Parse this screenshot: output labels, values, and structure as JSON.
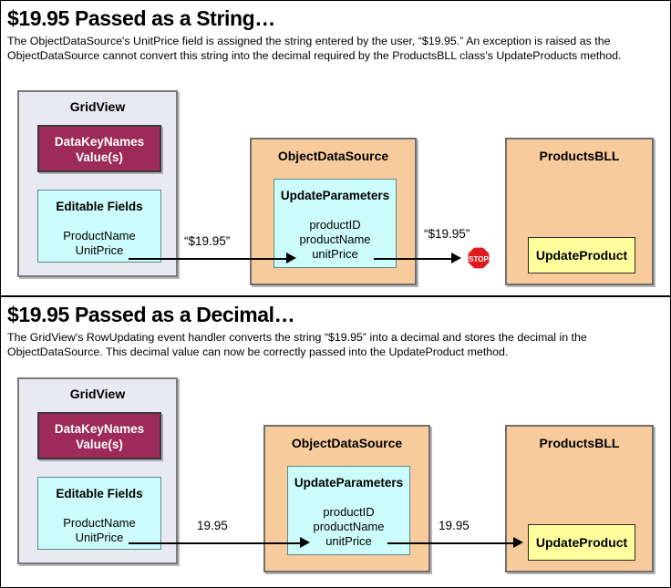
{
  "colors": {
    "gridview_fill": "#e9e9f1",
    "ods_fill": "#f7cb9b",
    "bll_fill": "#f7cb9b",
    "datakey_fill": "#9e2a57",
    "cyan_fill": "#ccfcfb",
    "yellow_fill": "#ffff9e",
    "stop_red": "#e01b1b",
    "border_dark": "#000000"
  },
  "sections": [
    {
      "id": "string",
      "heading": "$19.95 Passed as a String…",
      "description": "The ObjectDataSource's UnitPrice field is assigned the string entered by the user, “$19.95.” An exception is raised as the ObjectDataSource cannot convert this string into the decimal required by the ProductsBLL class's UpdateProducts method.",
      "gridview": {
        "title": "GridView",
        "datakey": {
          "line1": "DataKeyNames",
          "line2": "Value(s)"
        },
        "editable": {
          "title": "Editable Fields",
          "fields": [
            "ProductName",
            "UnitPrice"
          ]
        }
      },
      "objectdatasource": {
        "title": "ObjectDataSource",
        "updateparameters": {
          "title": "UpdateParameters",
          "params": [
            "productID",
            "productName",
            "unitPrice"
          ]
        }
      },
      "productsbll": {
        "title": "ProductsBLL",
        "method": "UpdateProduct"
      },
      "arrow1_label": "“$19.95”",
      "arrow2_label": "“$19.95”",
      "stop_text": "STOP",
      "blocked": true
    },
    {
      "id": "decimal",
      "heading": "$19.95 Passed as a Decimal…",
      "description": "The GridView's RowUpdating event handler converts the string “$19.95” into a decimal and stores the decimal in the ObjectDataSource. This decimal value can now be correctly passed into the UpdateProduct method.",
      "gridview": {
        "title": "GridView",
        "datakey": {
          "line1": "DataKeyNames",
          "line2": "Value(s)"
        },
        "editable": {
          "title": "Editable Fields",
          "fields": [
            "ProductName",
            "UnitPrice"
          ]
        }
      },
      "objectdatasource": {
        "title": "ObjectDataSource",
        "updateparameters": {
          "title": "UpdateParameters",
          "params": [
            "productID",
            "productName",
            "unitPrice"
          ]
        }
      },
      "productsbll": {
        "title": "ProductsBLL",
        "method": "UpdateProduct"
      },
      "arrow1_label": "19.95",
      "arrow2_label": "19.95",
      "stop_text": "",
      "blocked": false
    }
  ]
}
